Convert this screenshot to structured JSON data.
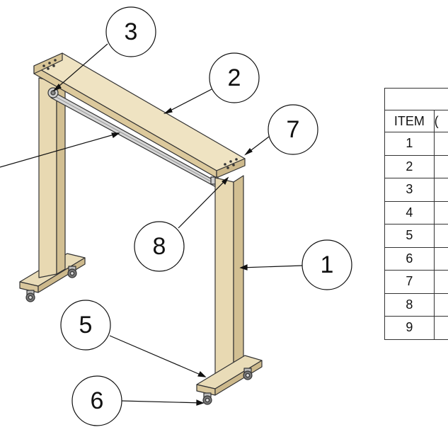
{
  "balloons": [
    {
      "id": "1",
      "label": "1"
    },
    {
      "id": "2",
      "label": "2"
    },
    {
      "id": "3",
      "label": "3"
    },
    {
      "id": "5",
      "label": "5"
    },
    {
      "id": "6",
      "label": "6"
    },
    {
      "id": "7",
      "label": "7"
    },
    {
      "id": "8",
      "label": "8"
    }
  ],
  "bom": {
    "header_item": "ITEM",
    "header_next_clipped": "(",
    "items": [
      "1",
      "2",
      "3",
      "4",
      "5",
      "6",
      "7",
      "8",
      "9"
    ]
  },
  "colors": {
    "wood_light": "#efe3c2",
    "wood_mid": "#e2d2a8",
    "wood_dark": "#c9b488",
    "outline": "#333333",
    "rod": "#bfbfbf"
  }
}
